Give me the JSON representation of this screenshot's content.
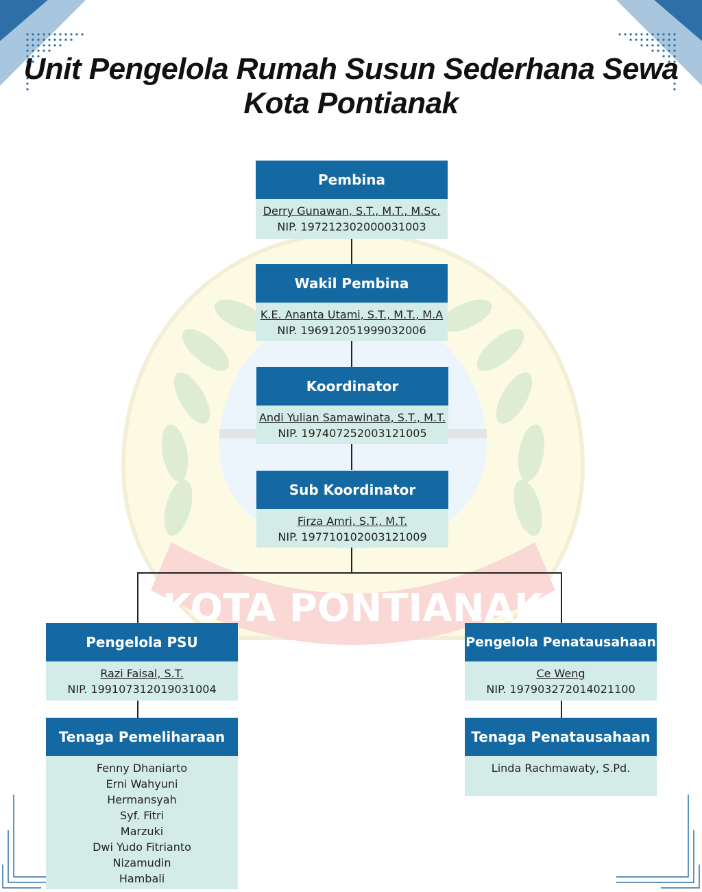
{
  "title": {
    "line1": "Unit Pengelola Rumah Susun Sederhana Sewa",
    "line2": "Kota Pontianak"
  },
  "watermark": {
    "text": "KOTA PONTIANAK"
  },
  "colors": {
    "header_blue": "#1569a3",
    "body_mint": "#d3ece8",
    "line": "#222222"
  },
  "nodes": {
    "pembina": {
      "role": "Pembina",
      "name": "Derry Gunawan, S.T., M.T., M.Sc.",
      "nip": "NIP. 197212302000031003"
    },
    "wakil_pembina": {
      "role": "Wakil Pembina",
      "name": "K.E. Ananta Utami, S.T., M.T., M.A",
      "nip": "NIP. 196912051999032006"
    },
    "koordinator": {
      "role": "Koordinator",
      "name": "Andi Yulian Samawinata, S.T., M.T.",
      "nip": "NIP. 197407252003121005"
    },
    "sub_koordinator": {
      "role": "Sub Koordinator",
      "name": "Firza Amri, S.T., M.T.",
      "nip": "NIP. 197710102003121009"
    },
    "pengelola_psu": {
      "role": "Pengelola PSU",
      "name": "Razi Faisal, S.T.",
      "nip": "NIP. 199107312019031004"
    },
    "pengelola_penatausahaan": {
      "role": "Pengelola Penatausahaan",
      "name": "Ce Weng",
      "nip": "NIP. 197903272014021100"
    },
    "tenaga_pemeliharaan": {
      "role": "Tenaga Pemeliharaan",
      "members": [
        "Fenny Dhaniarto",
        "Erni Wahyuni",
        "Hermansyah",
        "Syf. Fitri",
        "Marzuki",
        "Dwi Yudo Fitrianto",
        "Nizamudin",
        "Hambali"
      ]
    },
    "tenaga_penatausahaan": {
      "role": "Tenaga Penatausahaan",
      "members": [
        "Linda Rachmawaty, S.Pd."
      ]
    }
  }
}
